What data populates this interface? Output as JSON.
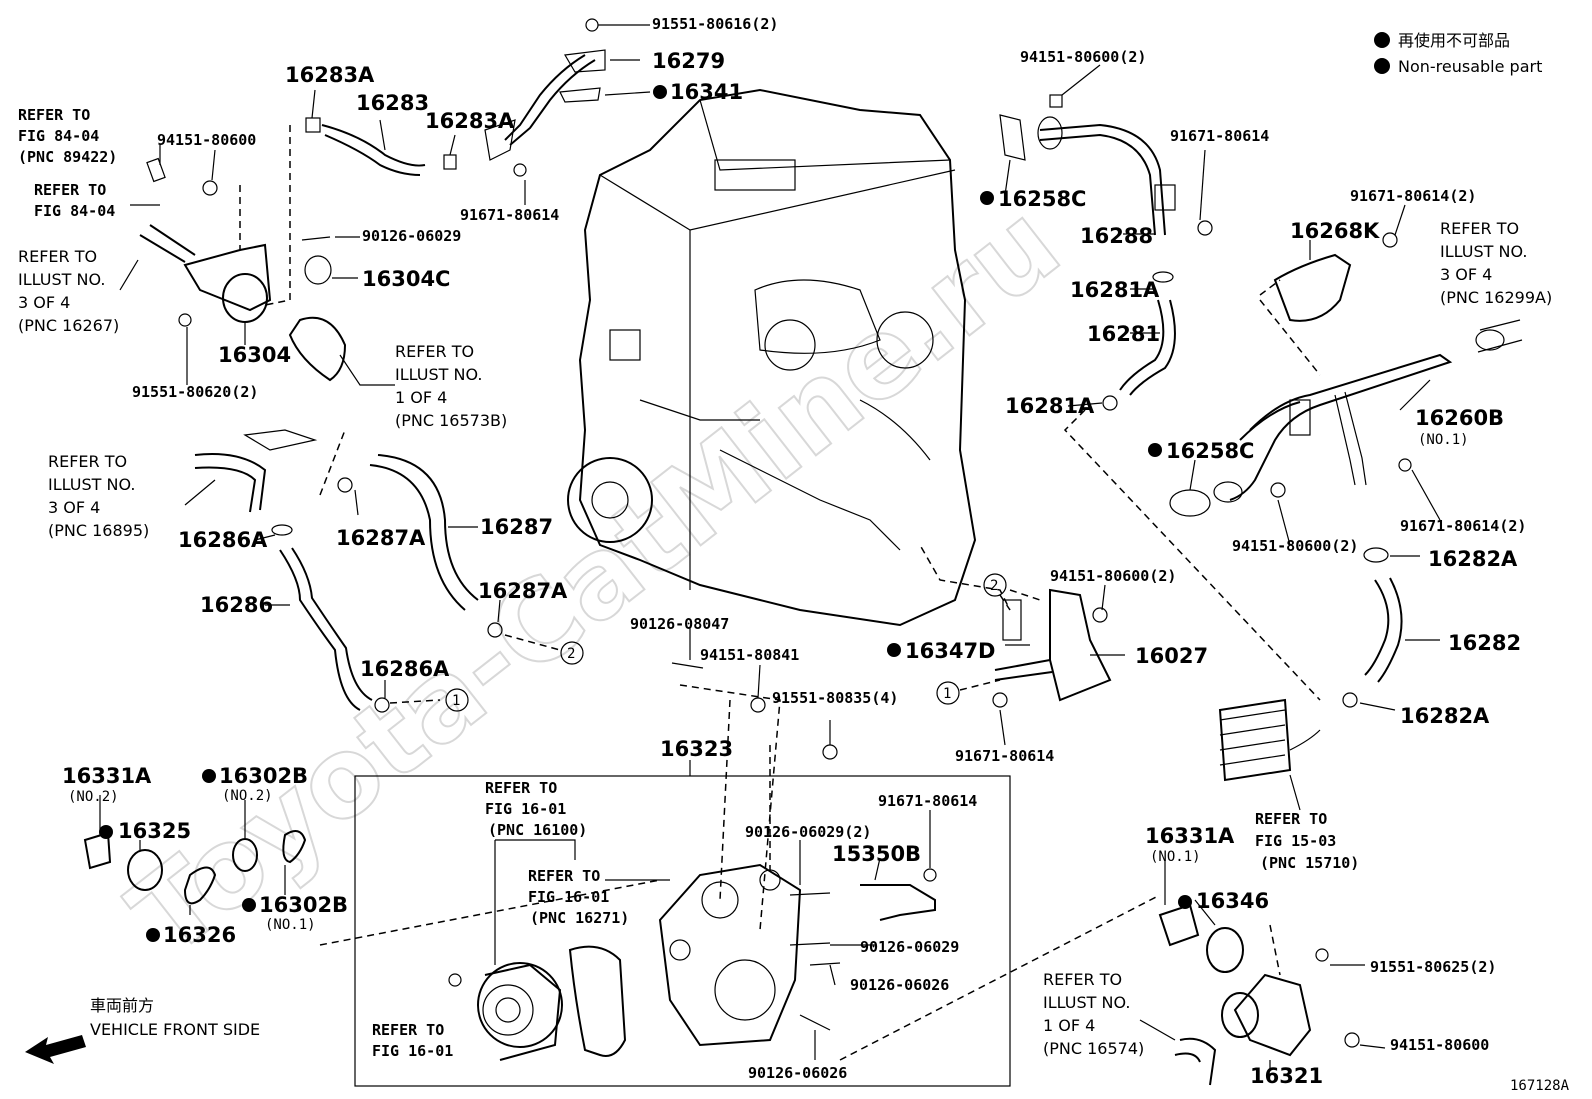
{
  "legend": {
    "jp": "再使用不可部品",
    "en": "Non-reusable part"
  },
  "watermark": "Toyota-CatMine.ru",
  "figure_code": "167128A",
  "front": {
    "jp": "車両前方",
    "en": "VEHICLE FRONT SIDE"
  },
  "refs": {
    "r1": [
      "REFER TO",
      "FIG 84-04",
      "(PNC 89422)"
    ],
    "r2": [
      "REFER TO",
      "FIG 84-04"
    ],
    "r3": [
      "REFER TO",
      "ILLUST NO.",
      "3 OF 4",
      "(PNC 16267)"
    ],
    "r4": [
      "REFER TO",
      "ILLUST NO.",
      "1 OF 4",
      "(PNC 16573B)"
    ],
    "r5": [
      "REFER TO",
      "ILLUST NO.",
      "3 OF 4",
      "(PNC 16895)"
    ],
    "r6": [
      "REFER TO",
      "ILLUST NO.",
      "3 OF 4",
      "(PNC 16299A)"
    ],
    "r7": [
      "REFER TO",
      "FIG 15-03",
      "(PNC 15710)"
    ],
    "r8": [
      "REFER TO",
      "FIG 16-01",
      "(PNC 16100)"
    ],
    "r9": [
      "REFER TO",
      "FIG 16-01",
      "(PNC 16271)"
    ],
    "r10": [
      "REFER TO",
      "FIG 16-01"
    ],
    "r11": [
      "REFER TO",
      "ILLUST NO.",
      "1 OF 4",
      "(PNC 16574)"
    ]
  },
  "parts": {
    "p91551_80616": "91551-80616(2)",
    "p16279": "16279",
    "p16341": "16341",
    "p16283A_1": "16283A",
    "p16283": "16283",
    "p16283A_2": "16283A",
    "p91671_80614_a": "91671-80614",
    "p94151_80600_a": "94151-80600",
    "p90126_06029_a": "90126-06029",
    "p16304C": "16304C",
    "p16304": "16304",
    "p91551_80620": "91551-80620(2)",
    "p16286A_1": "16286A",
    "p16287A_1": "16287A",
    "p16287": "16287",
    "p16286": "16286",
    "p16287A_2": "16287A",
    "p16286A_2": "16286A",
    "p94151_80600_2a": "94151-80600(2)",
    "p16258C_1": "16258C",
    "p16288": "16288",
    "p91671_80614_b": "91671-80614",
    "p16281A_1": "16281A",
    "p16281": "16281",
    "p16281A_2": "16281A",
    "p16268K": "16268K",
    "p91671_80614_2a": "91671-80614(2)",
    "p16260B": "16260B",
    "p16260B_no": "(NO.1)",
    "p16258C_2": "16258C",
    "p94151_80600_2b": "94151-80600(2)",
    "p91671_80614_2b": "91671-80614(2)",
    "p16282A_1": "16282A",
    "p16282": "16282",
    "p16282A_2": "16282A",
    "p94151_80600_2c": "94151-80600(2)",
    "p16347D": "16347D",
    "p16027": "16027",
    "p91671_80614_c": "91671-80614",
    "p90126_08047": "90126-08047",
    "p94151_80841": "94151-80841",
    "p91551_80835": "91551-80835(4)",
    "p16323": "16323",
    "p16331A_1": "16331A",
    "p16331A_1_no": "(NO.2)",
    "p16325": "16325",
    "p16302B_1": "16302B",
    "p16302B_1_no": "(NO.2)",
    "p16302B_2": "16302B",
    "p16302B_2_no": "(NO.1)",
    "p16326": "16326",
    "p90126_06029_2": "90126-06029(2)",
    "p91671_80614_d": "91671-80614",
    "p15350B": "15350B",
    "p90126_06029_b": "90126-06029",
    "p90126_06026_a": "90126-06026",
    "p90126_06026_b": "90126-06026",
    "p16331A_2": "16331A",
    "p16331A_2_no": "(NO.1)",
    "p16346": "16346",
    "p91551_80625": "91551-80625(2)",
    "p94151_80600_b": "94151-80600",
    "p16321": "16321"
  },
  "circle_markers": [
    "1",
    "2"
  ]
}
